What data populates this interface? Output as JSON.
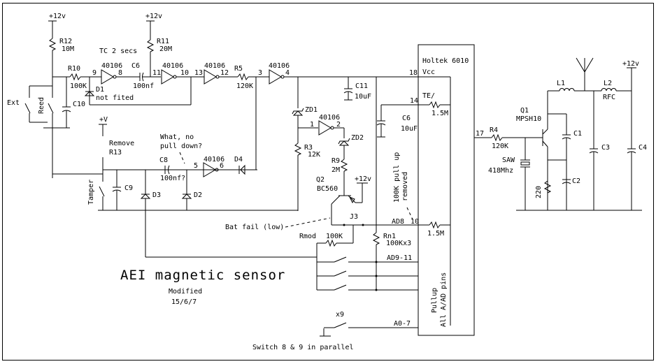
{
  "title": "AEI magnetic sensor",
  "subtitle": "Modified",
  "date": "15/6/7",
  "footer_note": "Switch 8 & 9 in parallel",
  "supply_labels": {
    "v12_a": "+12v",
    "v12_b": "+12v",
    "v12_c": "+12v",
    "v12_d": "+12v",
    "vplus": "+V"
  },
  "components": {
    "R12": {
      "ref": "R12",
      "value": "10M"
    },
    "R11": {
      "ref": "R11",
      "value": "20M"
    },
    "R10": {
      "ref": "R10",
      "value": "100K"
    },
    "R5": {
      "ref": "R5",
      "value": "120K"
    },
    "R3": {
      "ref": "R3",
      "value": "12K"
    },
    "R9": {
      "ref": "R9",
      "value": "2M"
    },
    "R4": {
      "ref": "R4",
      "value": "120K"
    },
    "R_te": {
      "value": "1.5M"
    },
    "R_ad8": {
      "value": "1.5M"
    },
    "Rmod": {
      "ref": "Rmod",
      "value": "100K"
    },
    "Rn1": {
      "ref": "Rn1",
      "value": "100Kx3"
    },
    "R220": {
      "value": "220"
    },
    "C6a": {
      "ref": "C6",
      "value": "100nf"
    },
    "C6b": {
      "ref": "C6",
      "value": "10uF"
    },
    "C11": {
      "ref": "C11",
      "value": "10uF"
    },
    "C10": {
      "ref": "C10"
    },
    "C9": {
      "ref": "C9"
    },
    "C8": {
      "ref": "C8",
      "value": "100nf?"
    },
    "C1": {
      "ref": "C1"
    },
    "C2": {
      "ref": "C2"
    },
    "C3": {
      "ref": "C3"
    },
    "C4": {
      "ref": "C4"
    },
    "D1": {
      "ref": "D1",
      "note": "not fited"
    },
    "D2": {
      "ref": "D2"
    },
    "D3": {
      "ref": "D3"
    },
    "D4": {
      "ref": "D4"
    },
    "ZD1": {
      "ref": "ZD1"
    },
    "ZD2": {
      "ref": "ZD2"
    },
    "Q1": {
      "ref": "Q1",
      "value": "MPSH10"
    },
    "Q2": {
      "ref": "Q2",
      "value": "BC560"
    },
    "L1": {
      "ref": "L1"
    },
    "L2": {
      "ref": "L2",
      "value": "RFC"
    },
    "SAW": {
      "ref": "SAW",
      "value": "418Mhz"
    },
    "J3": {
      "ref": "J3"
    },
    "gate": "40106"
  },
  "pins": {
    "p9": "9",
    "p8": "8",
    "p11": "11",
    "p10": "10",
    "p13": "13",
    "p12": "12",
    "p3": "3",
    "p4": "4",
    "p1": "1",
    "p2": "2",
    "p5": "5",
    "p6": "6",
    "p18": "18",
    "p14": "14",
    "p17": "17",
    "p10b": "10"
  },
  "chip": {
    "name": "Holtek 6010",
    "vcc": "Vcc",
    "te": "TE/",
    "ad8": "AD8",
    "ad911": "AD9-11",
    "a07": "A0-7",
    "pullup1": "Pullup",
    "pullup2": "All A/AD pins"
  },
  "annotations": {
    "tc": "TC 2 secs",
    "remove1": "Remove",
    "remove2": "R13",
    "nopull1": "What, no",
    "nopull2": "pull down?",
    "batfail": "Bat fail (low)",
    "pullup_removed1": "100K pull up",
    "pullup_removed2": "removed",
    "x9": "x9",
    "ext": "Ext",
    "reed": "Reed",
    "tamper": "Tamper"
  }
}
